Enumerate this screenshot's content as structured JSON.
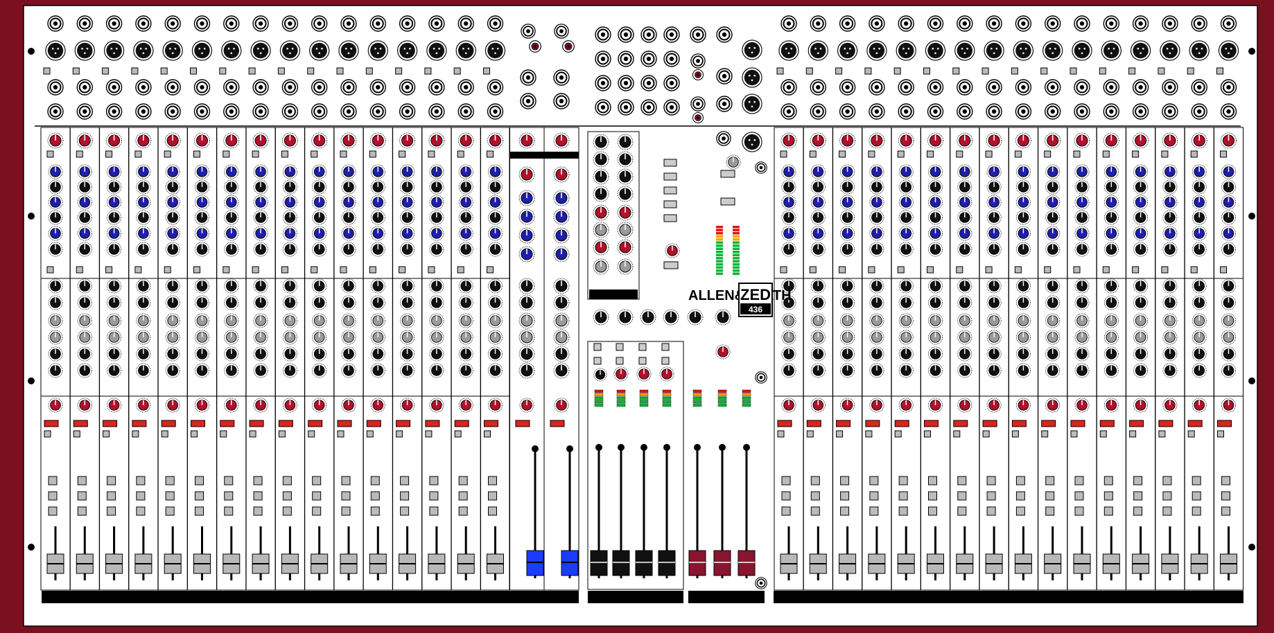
{
  "brand": {
    "name": "ALLEN&HEATH",
    "model": "ZED",
    "model_number": "436"
  },
  "panel": {
    "frame_color": "#7a1020",
    "face_color": "#ffffff",
    "strip_label_color": "#000000"
  },
  "knob_colors": {
    "gain": "#b0122a",
    "eq_blue": "#1f1fa8",
    "eq_black": "#111111",
    "aux_grey": "#9a9a9a",
    "pan": "#b0122a"
  },
  "fader_cap_colors": {
    "mono": "#b8b8b8",
    "stereo": "#1a3cff",
    "group": "#111111",
    "master": "#8a1530"
  },
  "meter_colors": {
    "green": "#15b33a",
    "amber": "#f3a400",
    "red": "#e01616"
  },
  "icons": {
    "xlr_input": "xlr-connector-icon",
    "jack_input": "jack-socket-icon",
    "rca_pair": "rca-connector-icon",
    "headphones": "headphone-socket-icon",
    "mounting_screw": "screw-icon"
  },
  "sections": {
    "left_mono_channels": 16,
    "stereo_channels": 2,
    "groups": 4,
    "masters": 3,
    "right_mono_channels": 16
  }
}
